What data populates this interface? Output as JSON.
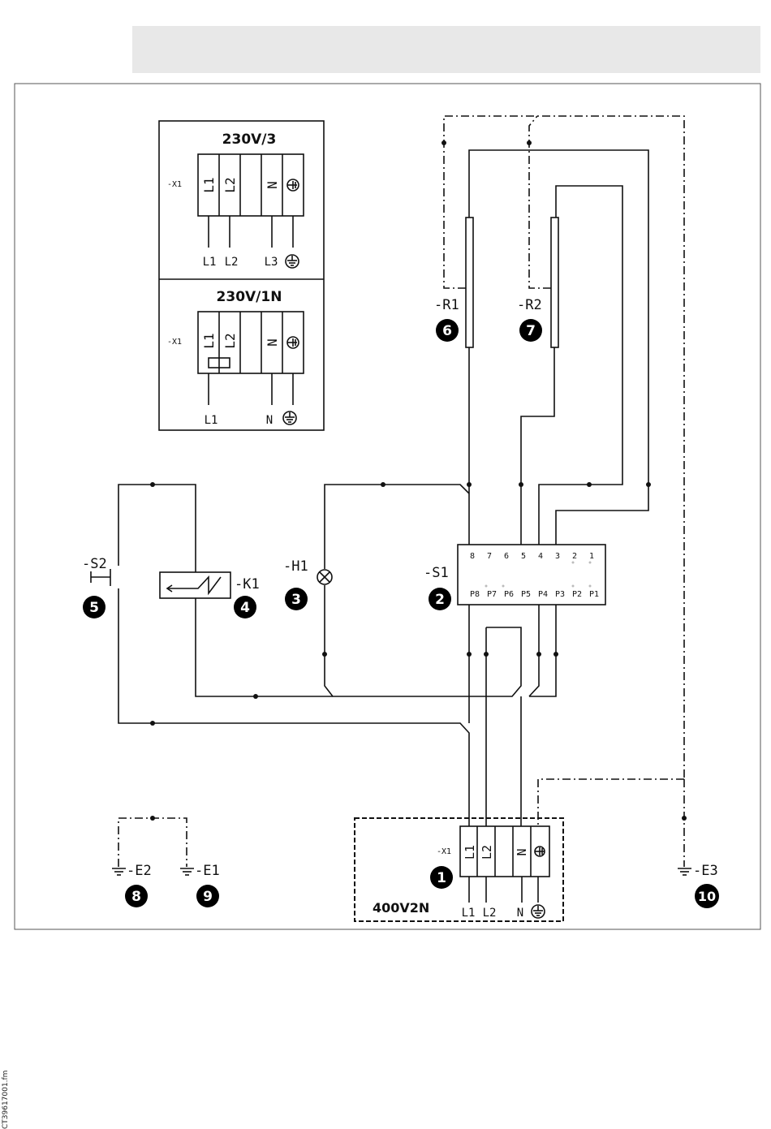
{
  "side_reference": "CT39617001.fm",
  "variants": {
    "top": {
      "title": "230V/3",
      "block_label": "-X1",
      "terminals": [
        "L1",
        "L2",
        "",
        "N",
        "PE"
      ],
      "supply": [
        "L1",
        "L2",
        "L3",
        "PE"
      ]
    },
    "bottom": {
      "title": "230V/1N",
      "block_label": "-X1",
      "terminals": [
        "L1",
        "L2",
        "",
        "N",
        "PE"
      ],
      "supply": [
        "L1",
        "N",
        "PE"
      ]
    }
  },
  "main_supply": {
    "block_label": "-X1",
    "voltage": "400V2N",
    "terminals": [
      "L1",
      "L2",
      "",
      "N",
      "PE"
    ],
    "supply": [
      "L1",
      "L2",
      "N",
      "PE"
    ]
  },
  "switch_s1": {
    "label": "-S1",
    "number": "2",
    "top_positions": [
      "8",
      "7",
      "6",
      "5",
      "4",
      "3",
      "2",
      "1"
    ],
    "bottom_positions": [
      "P8",
      "P7",
      "P6",
      "P5",
      "P4",
      "P3",
      "P2",
      "P1"
    ]
  },
  "components": [
    {
      "id": "R1",
      "label": "-R1",
      "number": "6"
    },
    {
      "id": "R2",
      "label": "-R2",
      "number": "7"
    },
    {
      "id": "H1",
      "label": "-H1",
      "number": "3"
    },
    {
      "id": "K1",
      "label": "-K1",
      "number": "4"
    },
    {
      "id": "S2",
      "label": "-S2",
      "number": "5"
    },
    {
      "id": "E2",
      "label": "-E2",
      "number": "8"
    },
    {
      "id": "E1",
      "label": "-E1",
      "number": "9"
    },
    {
      "id": "E3",
      "label": "-E3",
      "number": "10"
    }
  ],
  "main_supply_number": "1"
}
